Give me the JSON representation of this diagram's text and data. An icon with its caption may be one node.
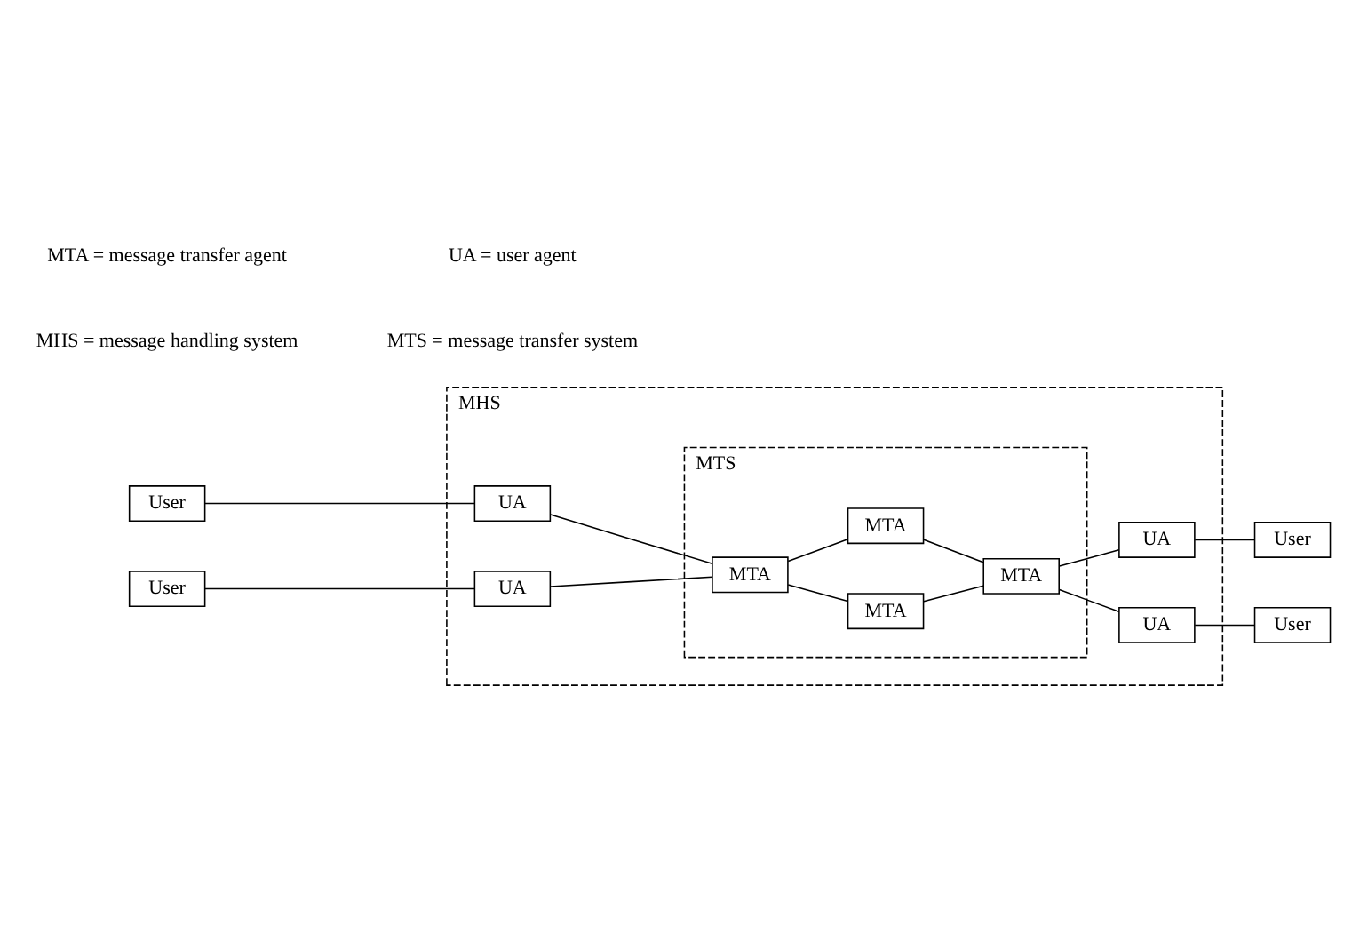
{
  "diagram": {
    "nodes": [
      {
        "text": [
          "MHS"
        ]
      },
      {
        "text": [
          "MTS"
        ],
        "in": 0
      },
      {
        "text": [
          "User"
        ]
      },
      {
        "text": [
          "UA"
        ],
        "in": 0
      },
      {
        "text": [
          "User"
        ]
      },
      {
        "text": [
          "UA"
        ],
        "in": 0
      },
      {
        "text": [
          "MTA"
        ],
        "in": 1
      },
      {
        "text": [
          "MTA"
        ],
        "in": 1
      },
      {
        "text": [
          "MTA"
        ],
        "in": 1
      },
      {
        "text": [
          "MTA"
        ],
        "in": 1
      },
      {
        "text": [
          "UA"
        ],
        "in": 0
      },
      {
        "text": [
          "UA"
        ],
        "in": 0
      },
      {
        "text": [
          "User"
        ]
      },
      {
        "text": [
          "User"
        ]
      }
    ],
    "edges": [
      {
        "from": 2,
        "to": 3,
        "arrow": "none"
      },
      {
        "from": 4,
        "to": 5,
        "arrow": "none"
      },
      {
        "from": 3,
        "to": 6,
        "arrow": "none"
      },
      {
        "from": 5,
        "to": 6,
        "arrow": "none"
      },
      {
        "from": 6,
        "to": 7,
        "arrow": "none"
      },
      {
        "from": 6,
        "to": 8,
        "arrow": "none"
      },
      {
        "from": 7,
        "to": 9,
        "arrow": "none"
      },
      {
        "from": 8,
        "to": 9,
        "arrow": "none"
      },
      {
        "from": 9,
        "to": 10,
        "arrow": "none"
      },
      {
        "from": 9,
        "to": 11,
        "arrow": "none"
      },
      {
        "from": 10,
        "to": 12,
        "arrow": "none"
      },
      {
        "from": 11,
        "to": 13,
        "arrow": "none"
      }
    ],
    "labels": [
      "MHS = message handling system",
      "MTA = message transfer agent",
      "MTS = message transfer system",
      "UA = user agent"
    ]
  }
}
